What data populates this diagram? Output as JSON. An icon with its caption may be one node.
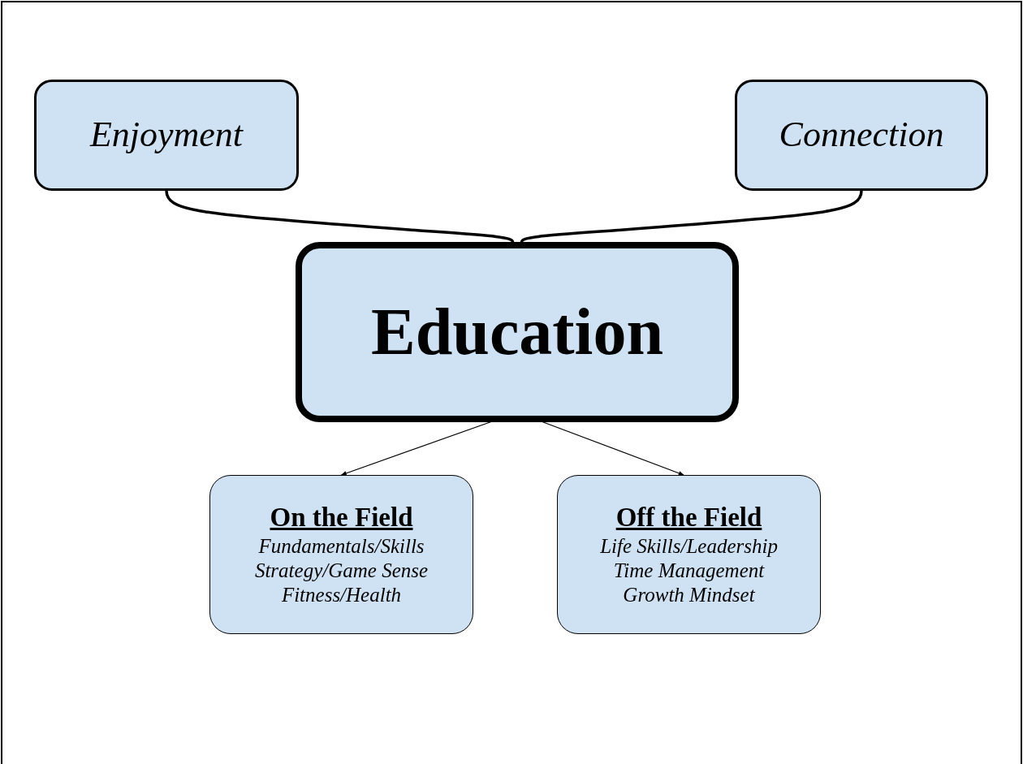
{
  "diagram": {
    "nodes": [
      {
        "text": [
          "Enjoyment"
        ]
      },
      {
        "text": [
          "Connection"
        ]
      },
      {
        "text": [
          "Education"
        ]
      },
      {
        "text": [
          "On the Field",
          "Fundamentals/Skills",
          "Strategy/Game Sense",
          "Fitness/Health"
        ]
      },
      {
        "text": [
          "Off the Field",
          "Life Skills/Leadership",
          "Time Management",
          "Growth Mindset"
        ]
      }
    ],
    "edges": [
      {
        "from": 0,
        "to": 2,
        "arrow": "none",
        "style": "thick"
      },
      {
        "from": 1,
        "to": 2,
        "arrow": "none",
        "style": "thick"
      },
      {
        "from": 2,
        "to": 3,
        "arrow": "to"
      },
      {
        "from": 2,
        "to": 4,
        "arrow": "to"
      }
    ]
  }
}
